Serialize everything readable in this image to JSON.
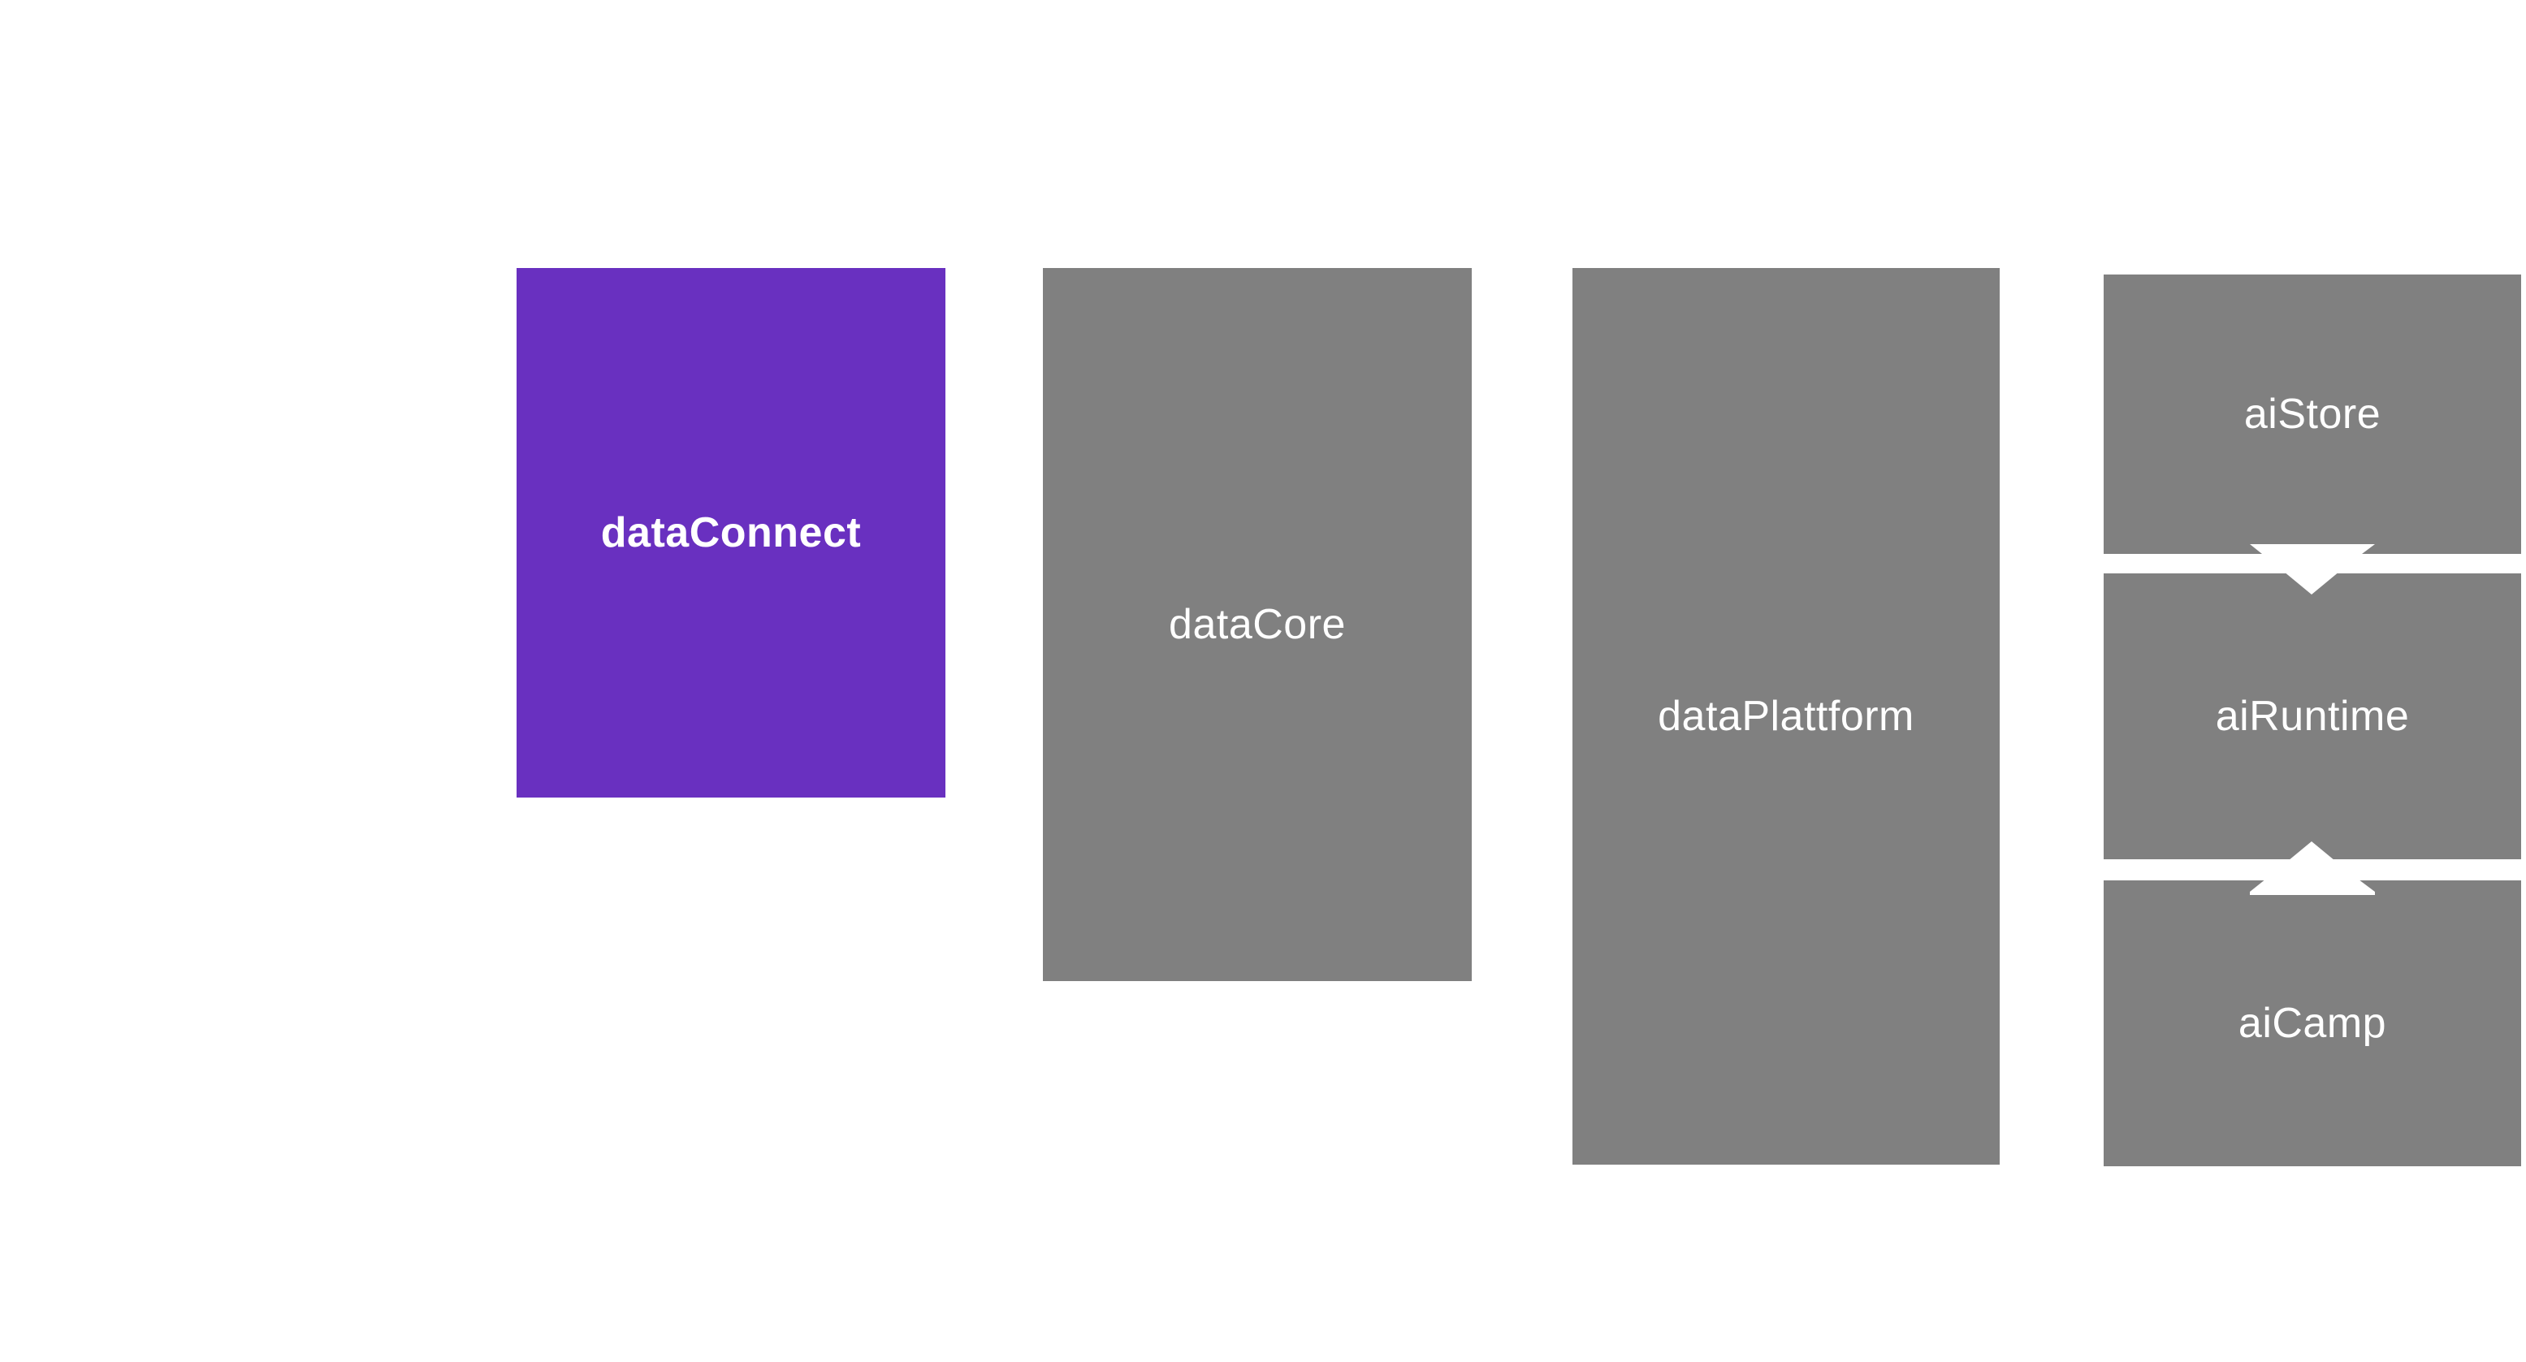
{
  "colors": {
    "background": "#ffffff",
    "active": "#6930c0",
    "inactive": "#808080",
    "text": "#ffffff"
  },
  "blocks": {
    "data_connect": {
      "label": "dataConnect",
      "state": "active"
    },
    "data_core": {
      "label": "dataCore",
      "state": "inactive"
    },
    "data_plattform": {
      "label": "dataPlattform",
      "state": "inactive"
    },
    "ai_store": {
      "label": "aiStore",
      "state": "inactive"
    },
    "ai_runtime": {
      "label": "aiRuntime",
      "state": "inactive"
    },
    "ai_camp": {
      "label": "aiCamp",
      "state": "inactive"
    }
  },
  "connectors": [
    {
      "from": "aiStore",
      "to": "aiRuntime",
      "direction": "down"
    },
    {
      "from": "aiCamp",
      "to": "aiRuntime",
      "direction": "up"
    }
  ]
}
